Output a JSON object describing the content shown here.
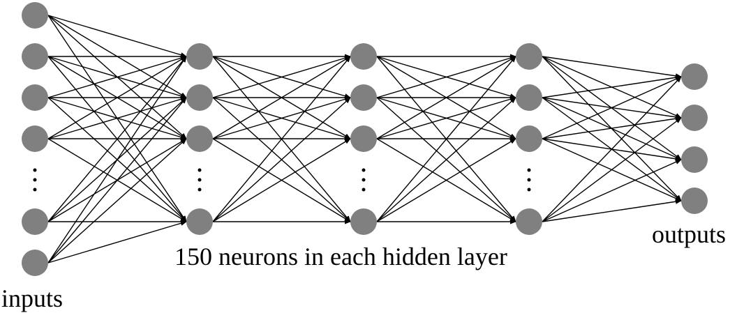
{
  "labels": {
    "inputs": "inputs",
    "outputs": "outputs",
    "hidden": "150 neurons in each hidden layer"
  },
  "colors": {
    "neuron": "#808080",
    "edge": "#000000",
    "text": "#000000"
  },
  "network": {
    "layers": [
      {
        "name": "input",
        "visible_neurons": 6,
        "ellipsis": true
      },
      {
        "name": "hidden-1",
        "visible_neurons": 4,
        "ellipsis": true
      },
      {
        "name": "hidden-2",
        "visible_neurons": 4,
        "ellipsis": true
      },
      {
        "name": "hidden-3",
        "visible_neurons": 4,
        "ellipsis": true
      },
      {
        "name": "output",
        "visible_neurons": 4,
        "ellipsis": false
      }
    ],
    "connectivity": "fully-connected"
  }
}
